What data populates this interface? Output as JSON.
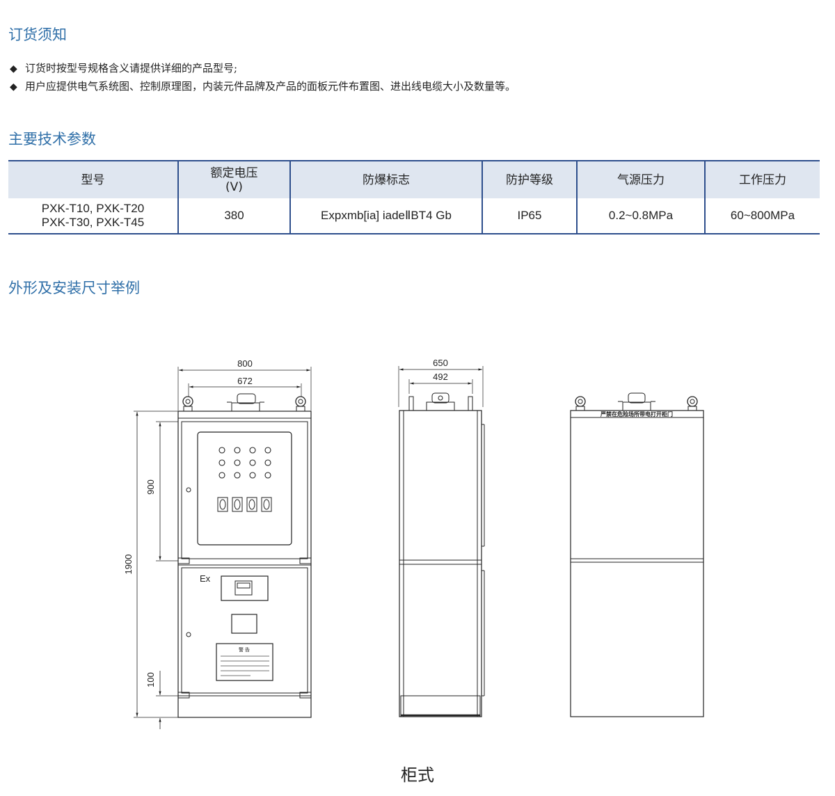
{
  "ordering": {
    "title": "订货须知",
    "bullet_mark": "◆",
    "items": [
      "订货时按型号规格含义请提供详细的产品型号;",
      "用户应提供电气系统图、控制原理图，内装元件品牌及产品的面板元件布置图、进出线电缆大小及数量等。"
    ]
  },
  "specs": {
    "title": "主要技术参数",
    "headers": [
      "型号",
      "额定电压",
      "(V)",
      "防爆标志",
      "防护等级",
      "气源压力",
      "工作压力"
    ],
    "row": {
      "model_line1": "PXK-T10, PXK-T20",
      "model_line2": "PXK-T30, PXK-T45",
      "voltage": "380",
      "ex_mark": "Expxmb[ia] iadeⅡBT4  Gb",
      "protection": "IP65",
      "air_pressure": "0.2~0.8MPa",
      "work_pressure": "60~800MPa"
    },
    "colors": {
      "header_bg": "#dfe6f0",
      "rule": "#2d4e8c"
    }
  },
  "dimensions": {
    "title": "外形及安装尺寸举例",
    "front": {
      "width": "800",
      "inner_width": "672",
      "height": "1900",
      "upper": "900",
      "base": "100",
      "ex_label": "Ex",
      "warning_title": "警 告"
    },
    "side": {
      "width": "650",
      "inner_width": "492"
    },
    "back": {
      "notice": "严禁在危险场所带电打开柜门"
    },
    "caption": "柜式"
  },
  "colors": {
    "title_blue": "#2f6fa8"
  }
}
